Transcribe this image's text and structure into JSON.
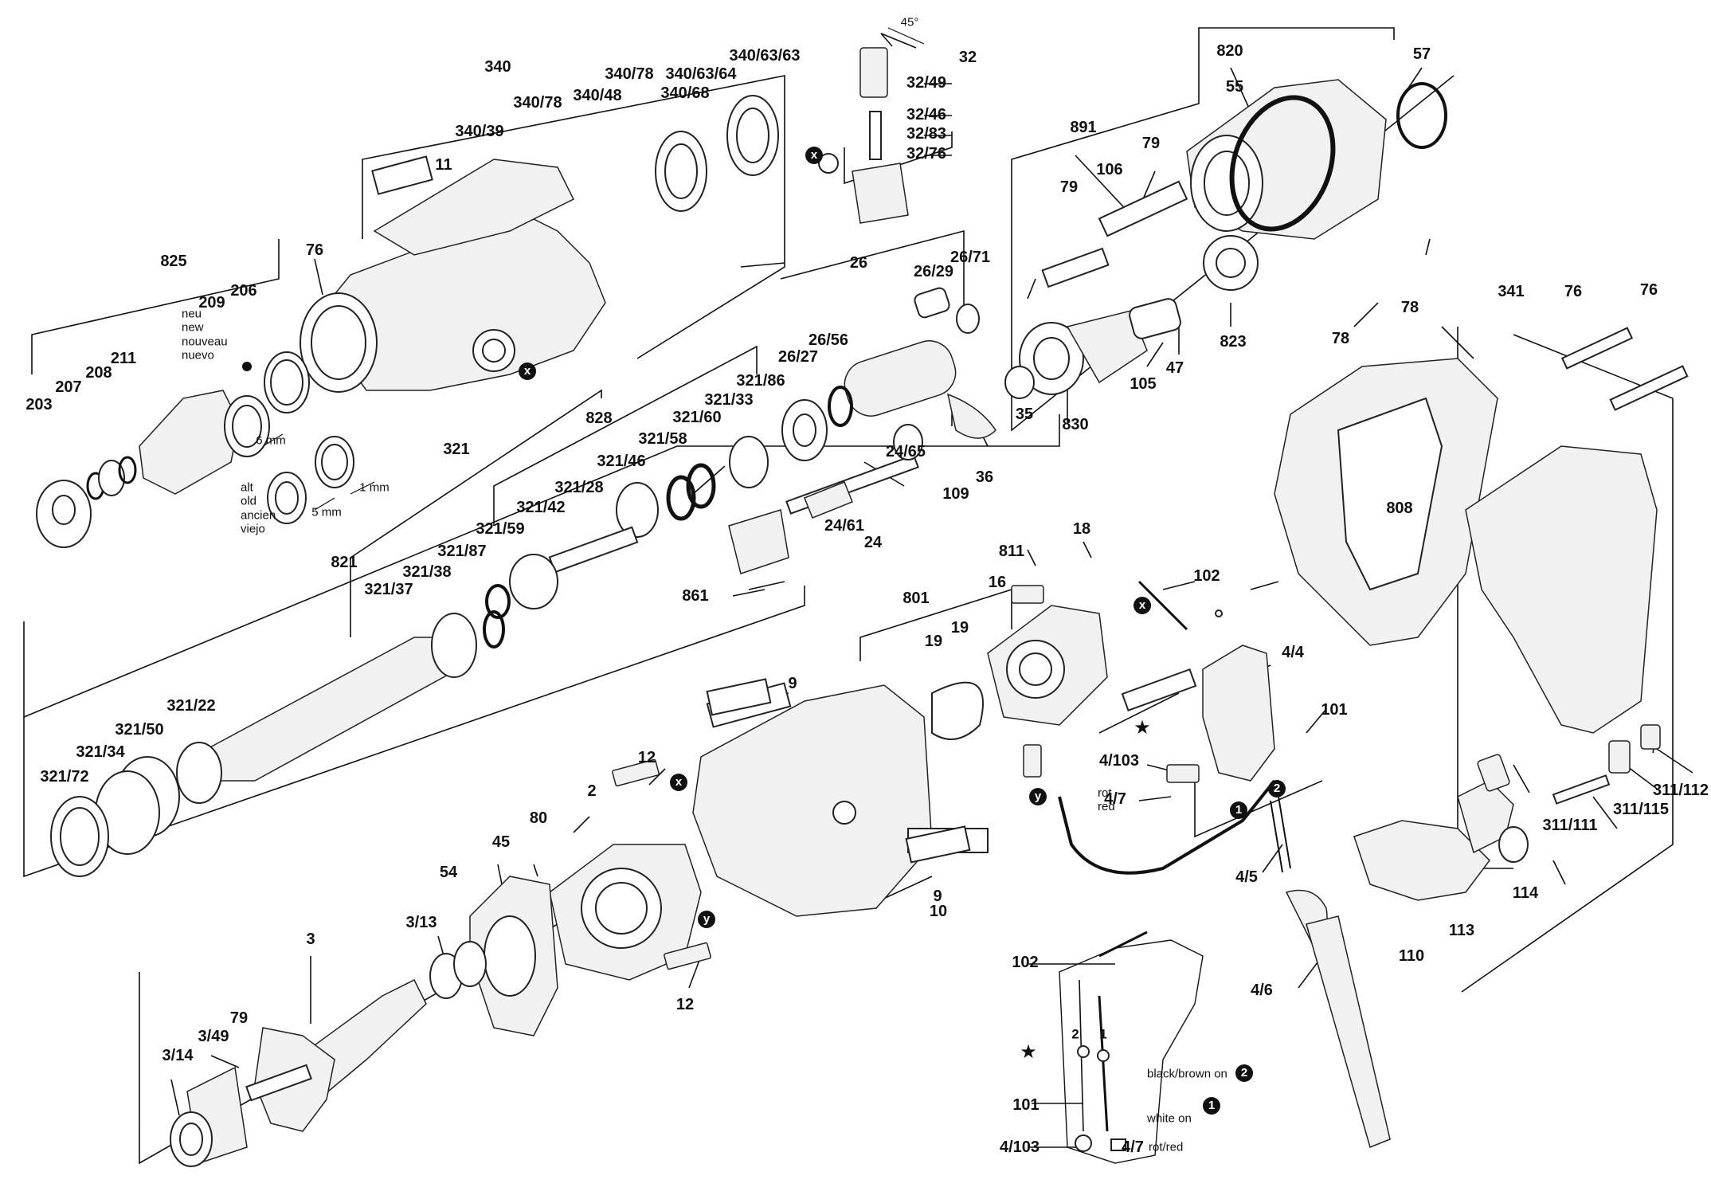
{
  "labels": {
    "l_340": "340",
    "l_340_78a": "340/78",
    "l_340_78b": "340/78",
    "l_340_63_64": "340/63/64",
    "l_340_63_63": "340/63/63",
    "l_340_48": "340/48",
    "l_340_68": "340/68",
    "l_340_39": "340/39",
    "l_11": "11",
    "l_825": "825",
    "l_76a": "76",
    "l_209": "209",
    "l_206": "206",
    "l_211": "211",
    "l_208": "208",
    "l_207": "207",
    "l_203": "203",
    "l_32": "32",
    "l_32_49": "32/49",
    "l_32_46": "32/46",
    "l_32_83": "32/83",
    "l_32_76": "32/76",
    "l_820": "820",
    "l_55": "55",
    "l_57": "57",
    "l_891": "891",
    "l_106": "106",
    "l_79a": "79",
    "l_79b": "79",
    "l_26": "26",
    "l_26_29": "26/29",
    "l_26_71": "26/71",
    "l_26_56": "26/56",
    "l_26_27": "26/27",
    "l_828": "828",
    "l_321_86": "321/86",
    "l_321_33": "321/33",
    "l_321_60": "321/60",
    "l_321_58": "321/58",
    "l_321_46": "321/46",
    "l_321": "321",
    "l_321_28": "321/28",
    "l_321_42": "321/42",
    "l_321_59": "321/59",
    "l_321_87": "321/87",
    "l_321_38": "321/38",
    "l_321_37": "321/37",
    "l_821": "821",
    "l_321_22": "321/22",
    "l_321_50": "321/50",
    "l_321_34": "321/34",
    "l_321_72": "321/72",
    "l_823": "823",
    "l_47": "47",
    "l_105": "105",
    "l_35": "35",
    "l_830": "830",
    "l_24_65": "24/65",
    "l_24_61": "24/61",
    "l_24": "24",
    "l_109": "109",
    "l_36": "36",
    "l_861": "861",
    "l_341": "341",
    "l_76b": "76",
    "l_76c": "76",
    "l_78a": "78",
    "l_78b": "78",
    "l_808": "808",
    "l_811": "811",
    "l_18": "18",
    "l_16": "16",
    "l_102a": "102",
    "l_801": "801",
    "l_19a": "19",
    "l_19b": "19",
    "l_9a": "9",
    "l_9b": "9",
    "l_10": "10",
    "l_4_4": "4/4",
    "l_101a": "101",
    "l_4_103a": "4/103",
    "l_4_7a": "4/7",
    "l_12a": "12",
    "l_12b": "12",
    "l_2": "2",
    "l_80": "80",
    "l_45": "45",
    "l_54": "54",
    "l_3": "3",
    "l_3_13": "3/13",
    "l_3_14": "3/14",
    "l_3_49": "3/49",
    "l_79c": "79",
    "l_4_5": "4/5",
    "l_4_6": "4/6",
    "l_311_112": "311/112",
    "l_311_115": "311/115",
    "l_311_111": "311/111",
    "l_113": "113",
    "l_114": "114",
    "l_110": "110",
    "l_102b": "102",
    "l_101b": "101",
    "l_4_103b": "4/103",
    "l_4_7b": "4/7",
    "l_deg": "45°",
    "l_6mm": "6 mm",
    "l_5mm": "5 mm",
    "l_1mm": "1 mm",
    "l_in_1": "1",
    "l_in_2": "2"
  },
  "notes": {
    "new": "neu\nnew\nnouveau\nnuevo",
    "old": "alt\nold\nancien\nviejo",
    "rot_red": "rot\nred",
    "black_brown": "black/brown on",
    "white_on": "white on",
    "rotred_inset": "rot/red"
  },
  "markers": {
    "x": "x",
    "y": "y",
    "one": "1",
    "two": "2"
  }
}
